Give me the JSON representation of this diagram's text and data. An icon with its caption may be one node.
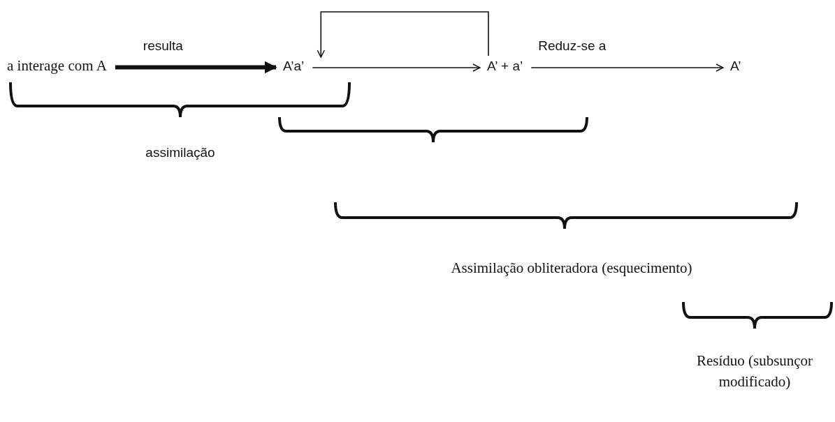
{
  "diagram": {
    "nodes": [
      {
        "text": [
          "a interage com A"
        ]
      },
      {
        "text": [
          "A’a’"
        ]
      },
      {
        "text": [
          "A’ + a’"
        ]
      },
      {
        "text": [
          "A’"
        ]
      }
    ],
    "edges": [
      {
        "from": 0,
        "to": 1,
        "arrow": "to",
        "label": "resulta",
        "style": "thick"
      },
      {
        "from": 1,
        "to": 2,
        "arrow": "to"
      },
      {
        "from": 2,
        "to": 1,
        "arrow": "to"
      },
      {
        "from": 2,
        "to": 3,
        "arrow": "to",
        "label": "Reduz-se a"
      }
    ],
    "labels": [
      "assimilação",
      "Assimilação obliteradora (esquecimento)",
      "Resíduo (subsunçor modificado)"
    ]
  }
}
